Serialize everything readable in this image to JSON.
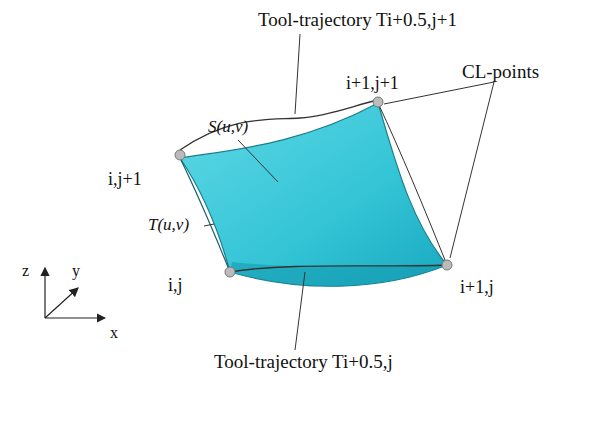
{
  "diagram": {
    "labels": [
      "Tool-trajectory Ti+0.5,j+1",
      "S(u,v)",
      "i+1,j+1",
      "CL-points",
      "i,j+1",
      "T(u,v)",
      "i,j",
      "i+1,j",
      "Tool-trajectory Ti+0.5,j",
      "z",
      "y",
      "x"
    ]
  }
}
